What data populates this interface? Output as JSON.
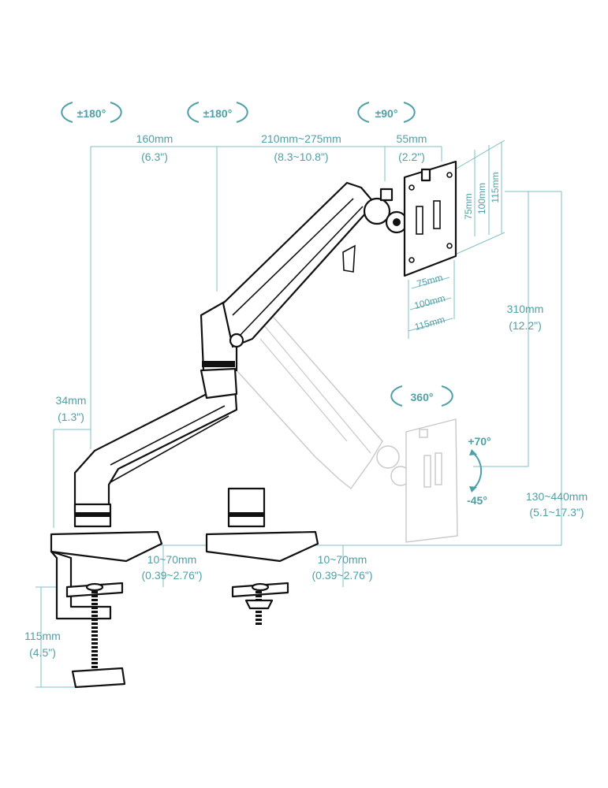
{
  "rotations": {
    "base_joint": "±180°",
    "elbow_joint": "±180°",
    "head_tilt": "±90°",
    "swivel": "360°",
    "tilt_up": "+70°",
    "tilt_down": "-45°"
  },
  "dimensions": {
    "lower_arm": {
      "mm": "160mm",
      "in": "(6.3\")"
    },
    "upper_arm": {
      "mm": "210mm~275mm",
      "in": "(8.3~10.8\")"
    },
    "head_offset": {
      "mm": "55mm",
      "in": "(2.2\")"
    },
    "vesa_v": [
      "75mm",
      "100mm",
      "115mm"
    ],
    "vesa_h": [
      "75mm",
      "100mm",
      "115mm"
    ],
    "height_range": {
      "mm": "310mm",
      "in": "(12.2\")"
    },
    "base_offset": {
      "mm": "34mm",
      "in": "(1.3\")"
    },
    "total_height": {
      "mm": "130~440mm",
      "in": "(5.1~17.3\")"
    },
    "clamp_desk": {
      "mm": "10~70mm",
      "in": "(0.39~2.76\")"
    },
    "grommet_desk": {
      "mm": "10~70mm",
      "in": "(0.39~2.76\")"
    },
    "clamp_height": {
      "mm": "115mm",
      "in": "(4.5\")"
    }
  },
  "colors": {
    "accent": "#4f9fa6",
    "line": "#111111",
    "ghost": "#c8c8c8"
  }
}
